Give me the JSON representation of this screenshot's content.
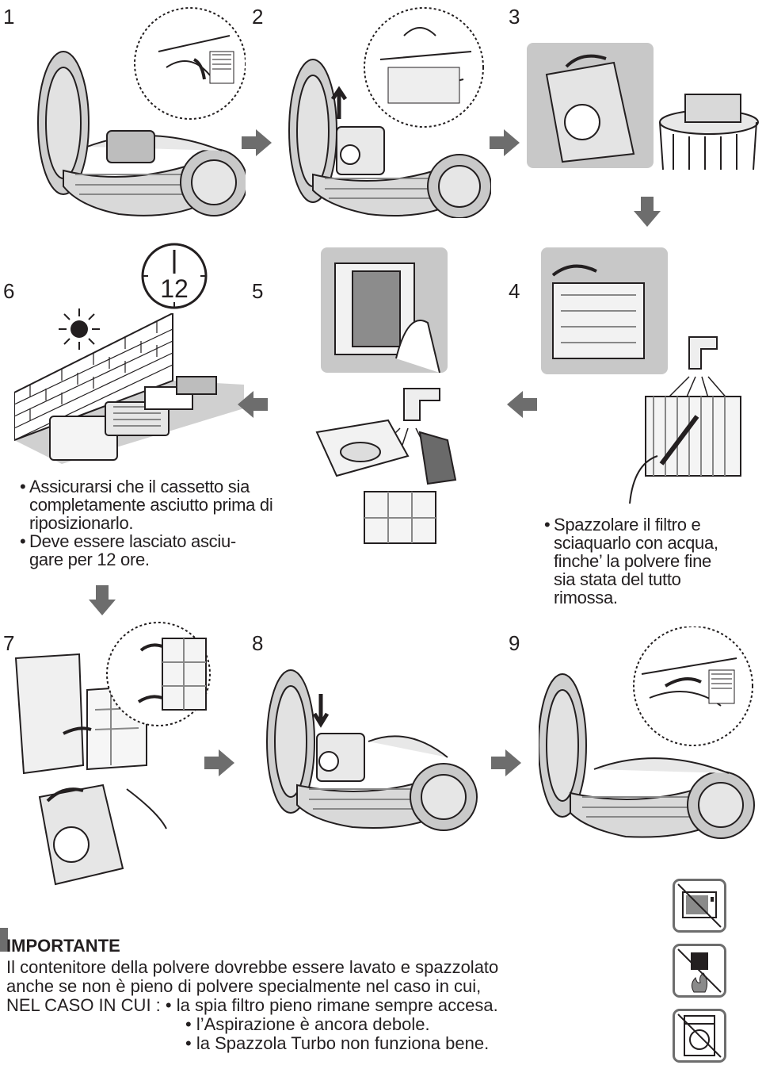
{
  "steps": [
    {
      "number": "1",
      "icon": "unlock-lid-and-twist-filter"
    },
    {
      "number": "2",
      "icon": "lift-dust-container"
    },
    {
      "number": "3",
      "icon": "empty-container-into-bin"
    },
    {
      "number": "4",
      "icon": "brush-and-rinse-filter"
    },
    {
      "number": "5",
      "icon": "wash-container-and-sponge"
    },
    {
      "number": "6",
      "icon": "dry-parts-12-hours"
    },
    {
      "number": "7",
      "icon": "reassemble-filter"
    },
    {
      "number": "8",
      "icon": "insert-container"
    },
    {
      "number": "9",
      "icon": "lock-lid"
    }
  ],
  "clock_label": "12",
  "note_dry": [
    "Assicurarsi che il cassetto sia",
    "completamente asciutto prima di",
    "riposizionarlo.",
    "Deve essere lasciato asciu-",
    "gare per 12 ore."
  ],
  "note_brush": [
    "Spazzolare il filtro e",
    "sciaquarlo con acqua,",
    "finche’ la polvere fine",
    "sia stata del tutto",
    "rimossa."
  ],
  "important": {
    "title": "IMPORTANTE",
    "line1": "Il contenitore della polvere dovrebbe essere lavato e spazzolato",
    "line2": "anche se non è pieno di polvere specialmente nel caso in cui,",
    "line3_prefix": "NEL CASO IN CUI :",
    "bullets": [
      "la spia filtro pieno rimane sempre accesa.",
      "l’Aspirazione è ancora debole.",
      "la Spazzola Turbo non funziona bene."
    ]
  },
  "warning_icons": [
    "no-oven-drying-icon",
    "no-fire-drying-icon",
    "no-washing-machine-icon"
  ],
  "colors": {
    "arrow": "#6d6d6d",
    "photo_bg": "#c8c8c8",
    "text": "#231f20"
  }
}
